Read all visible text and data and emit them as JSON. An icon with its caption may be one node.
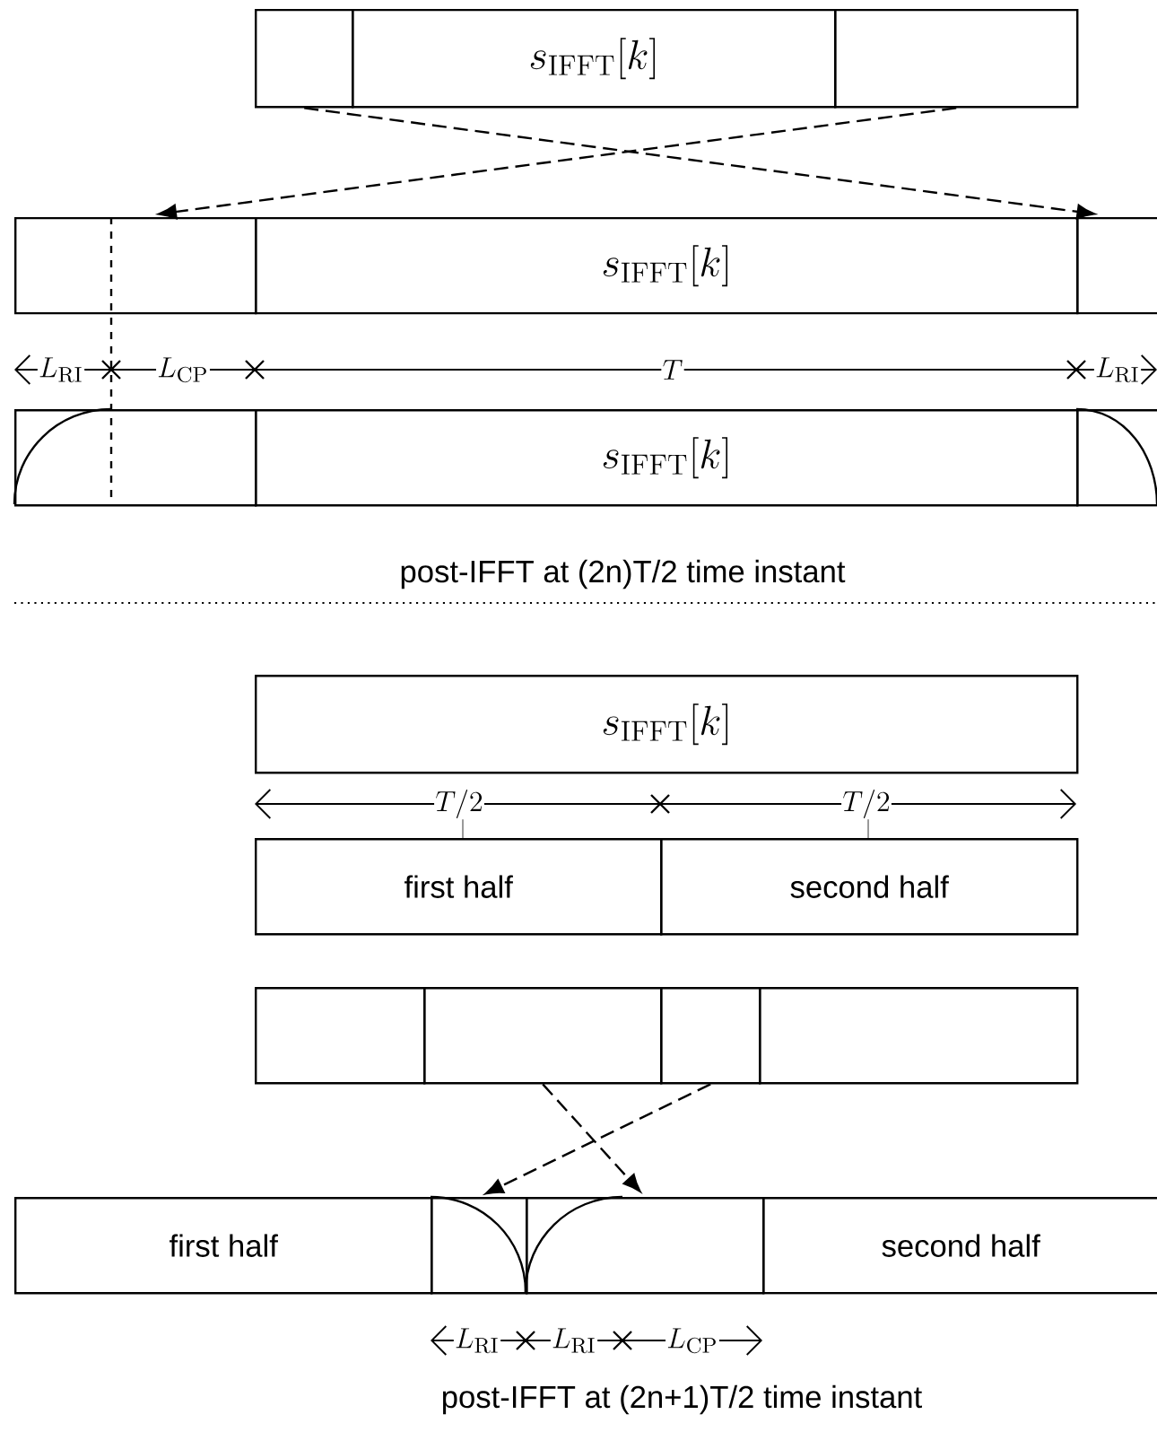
{
  "diagram": {
    "nodes": [
      {
        "text": [],
        "shape": "box"
      },
      {
        "text": [
          "s_{\\mathrm{IFFT}}[k]"
        ]
      },
      {
        "text": [],
        "shape": "box"
      },
      {
        "text": [],
        "shape": "box"
      },
      {
        "text": [
          "s_{\\mathrm{IFFT}}[k]"
        ]
      },
      {
        "text": [],
        "shape": "box"
      },
      {
        "text": [],
        "shape": "box"
      },
      {
        "text": [
          "s_{\\mathrm{IFFT}}[k]"
        ]
      },
      {
        "text": [],
        "shape": "box"
      },
      {
        "text": [
          "s_{\\mathrm{IFFT}}[k]"
        ]
      },
      {
        "text": [
          "first half"
        ]
      },
      {
        "text": [
          "second half"
        ]
      },
      {
        "text": [],
        "shape": "box"
      },
      {
        "text": [],
        "shape": "box"
      },
      {
        "text": [],
        "shape": "box"
      },
      {
        "text": [],
        "shape": "box"
      },
      {
        "text": [
          "first half"
        ]
      },
      {
        "text": [],
        "shape": "box"
      },
      {
        "text": [],
        "shape": "box"
      },
      {
        "text": [
          "second half"
        ]
      }
    ],
    "edges": [
      {
        "from": 0,
        "to": 5,
        "arrow": "to",
        "style": "dashed"
      },
      {
        "from": 2,
        "to": 3,
        "arrow": "to",
        "style": "dashed"
      },
      {
        "from": 13,
        "to": 18,
        "arrow": "to",
        "style": "dashed"
      },
      {
        "from": 14,
        "to": 17,
        "arrow": "to",
        "style": "dashed"
      }
    ],
    "labels": [
      "L_{\\mathrm{RI}}",
      "L_{\\mathrm{CP}}",
      "T",
      "L_{\\mathrm{RI}}",
      "post-IFFT at (2n)T/2 time instant",
      "T/2",
      "T/2",
      "L_{\\mathrm{RI}}",
      "L_{\\mathrm{RI}}",
      "L_{\\mathrm{CP}}",
      "post-IFFT at (2n+1)T/2 time instant"
    ]
  }
}
